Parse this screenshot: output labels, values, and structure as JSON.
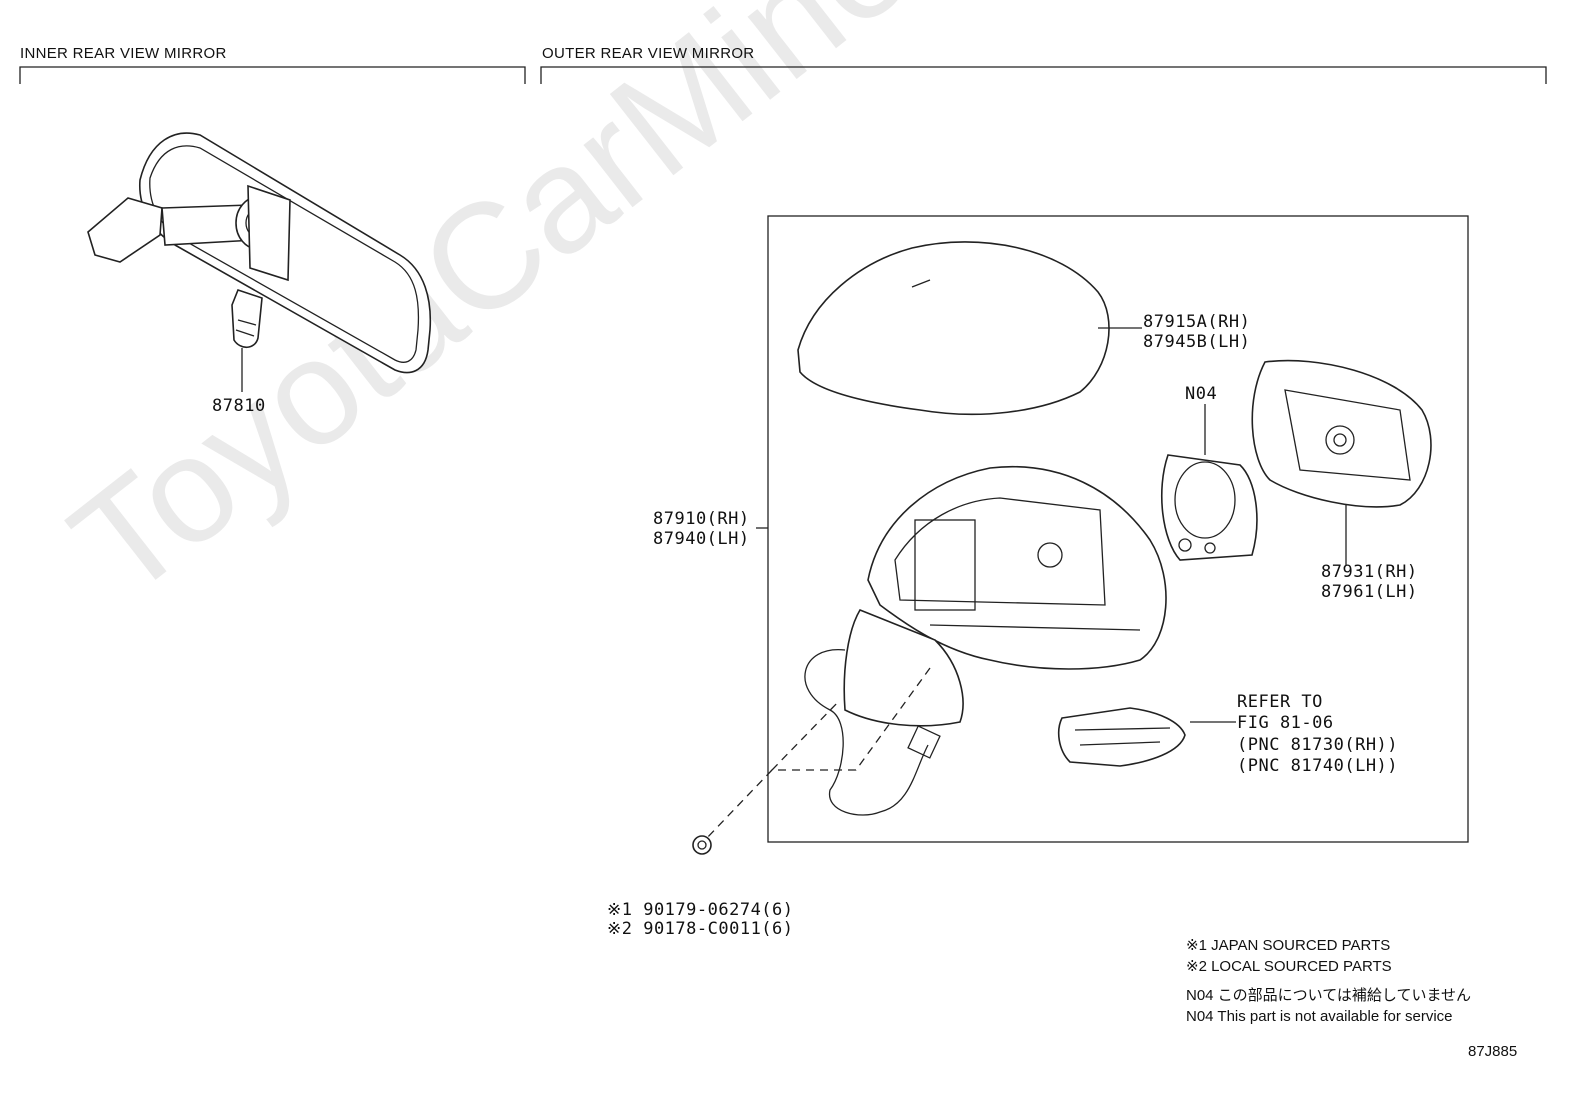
{
  "sections": {
    "inner": "INNER REAR VIEW MIRROR",
    "outer": "OUTER REAR VIEW MIRROR"
  },
  "parts": {
    "inner_mirror": "87810",
    "cover_rh": "87915A(RH)",
    "cover_lh": "87945B(LH)",
    "n04": "N04",
    "assy_rh": "87910(RH)",
    "assy_lh": "87940(LH)",
    "glass_rh": "87931(RH)",
    "glass_lh": "87961(LH)",
    "refer_1": "REFER TO",
    "refer_2": "FIG 81-06",
    "refer_3": "(PNC 81730(RH))",
    "refer_4": "(PNC 81740(LH))",
    "screw_1": "※1 90179-06274(6)",
    "screw_2": "※2 90178-C0011(6)"
  },
  "notes": {
    "japan": "※1 JAPAN SOURCED PARTS",
    "local": "※2 LOCAL SOURCED PARTS",
    "n04_jp": "N04  この部品については補給していません",
    "n04_en": "N04  This part is not available for service"
  },
  "figure_code": "87J885",
  "watermark": "ToyotaCarMine.ru"
}
